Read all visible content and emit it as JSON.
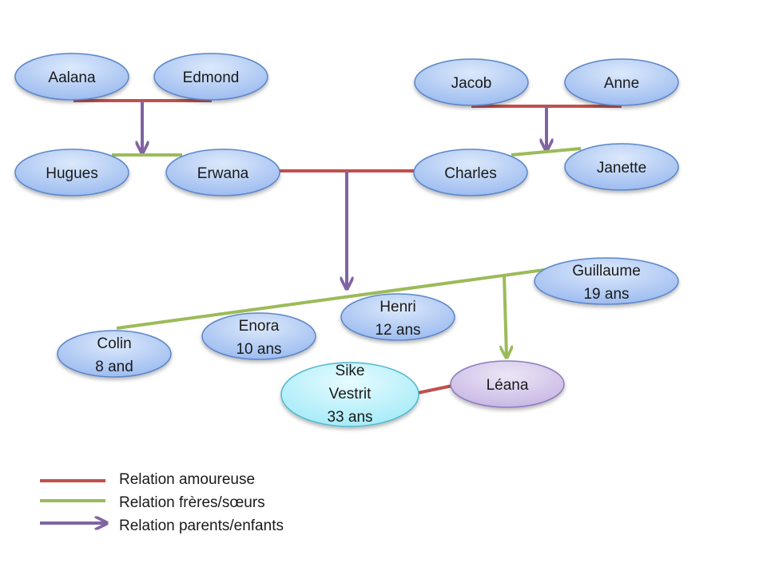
{
  "colors": {
    "romantic": "#c0504d",
    "sibling": "#9bbb59",
    "parent": "#8064a2",
    "node_default": "#aac6f2",
    "node_cyan": "#b6f0fa",
    "node_purple": "#d2c4ea"
  },
  "nodes": [
    {
      "id": "aalana",
      "lines": [
        "Aalana"
      ],
      "style": "default"
    },
    {
      "id": "edmond",
      "lines": [
        "Edmond"
      ],
      "style": "default"
    },
    {
      "id": "jacob",
      "lines": [
        "Jacob"
      ],
      "style": "default"
    },
    {
      "id": "anne",
      "lines": [
        "Anne"
      ],
      "style": "default"
    },
    {
      "id": "hugues",
      "lines": [
        "Hugues"
      ],
      "style": "default"
    },
    {
      "id": "erwana",
      "lines": [
        "Erwana"
      ],
      "style": "default"
    },
    {
      "id": "charles",
      "lines": [
        "Charles"
      ],
      "style": "default"
    },
    {
      "id": "janette",
      "lines": [
        "Janette"
      ],
      "style": "default"
    },
    {
      "id": "guillaume",
      "lines": [
        "Guillaume",
        "19 ans"
      ],
      "style": "default"
    },
    {
      "id": "henri",
      "lines": [
        "Henri",
        "12 ans"
      ],
      "style": "default"
    },
    {
      "id": "enora",
      "lines": [
        "Enora",
        "10 ans"
      ],
      "style": "default"
    },
    {
      "id": "colin",
      "lines": [
        "Colin",
        "8 and"
      ],
      "style": "default"
    },
    {
      "id": "sike",
      "lines": [
        "Sike",
        "Vestrit",
        "33 ans"
      ],
      "style": "cyan"
    },
    {
      "id": "leana",
      "lines": [
        "Léana"
      ],
      "style": "purple"
    }
  ],
  "edges": [
    {
      "id": "aalana-edmond",
      "type": "romantic"
    },
    {
      "id": "aalana-edmond-to-hugues-erwana",
      "type": "parent"
    },
    {
      "id": "hugues-erwana",
      "type": "sibling"
    },
    {
      "id": "jacob-anne",
      "type": "romantic"
    },
    {
      "id": "jacob-anne-to-charles-janette",
      "type": "parent"
    },
    {
      "id": "charles-janette",
      "type": "sibling"
    },
    {
      "id": "erwana-charles",
      "type": "romantic"
    },
    {
      "id": "erwana-charles-to-children",
      "type": "parent"
    },
    {
      "id": "children-siblings",
      "type": "sibling"
    },
    {
      "id": "guillaume-to-leana",
      "type": "sibling"
    },
    {
      "id": "sike-leana",
      "type": "romantic"
    }
  ],
  "legend": [
    {
      "type": "romantic",
      "label": "Relation amoureuse"
    },
    {
      "type": "sibling",
      "label": "Relation frères/sœurs"
    },
    {
      "type": "parent",
      "label": "Relation parents/enfants"
    }
  ]
}
